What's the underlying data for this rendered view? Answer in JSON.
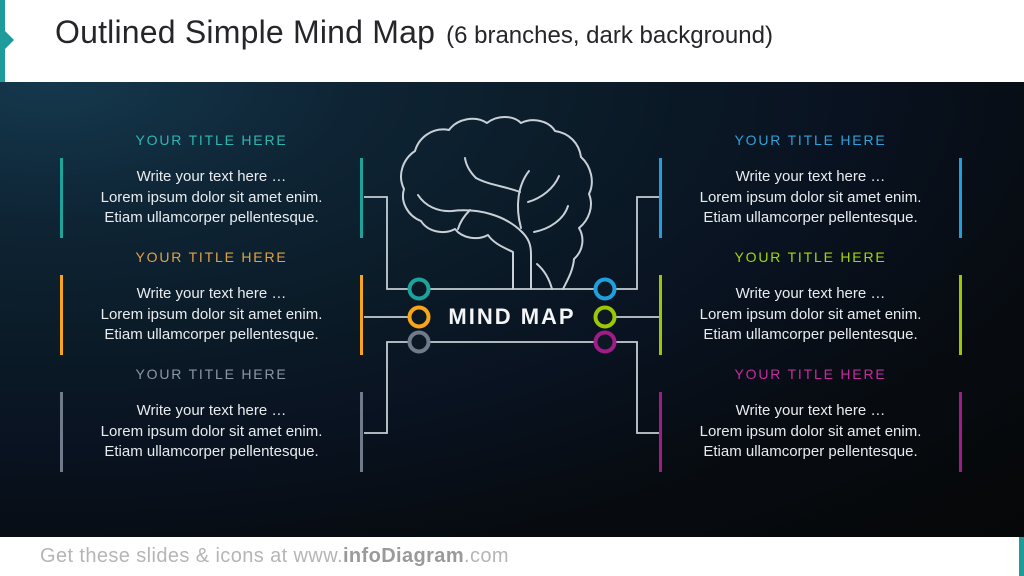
{
  "header": {
    "title": "Outlined Simple Mind Map",
    "subtitle": "(6 branches, dark background)"
  },
  "center": {
    "label": "MIND MAP",
    "icon": "brain-outline-icon"
  },
  "branches": [
    {
      "side": "left",
      "position": "top",
      "title": "YOUR TITLE HERE",
      "color": "#1BA39C",
      "title_color": "#2BB8B2",
      "lines": [
        "Write your text here …",
        "Lorem ipsum dolor sit amet enim.",
        "Etiam ullamcorper pellentesque."
      ]
    },
    {
      "side": "left",
      "position": "middle",
      "title": "YOUR TITLE HERE",
      "color": "#F9A51A",
      "title_color": "#E2A243",
      "lines": [
        "Write your text here …",
        "Lorem ipsum dolor sit amet enim.",
        "Etiam ullamcorper pellentesque."
      ]
    },
    {
      "side": "left",
      "position": "bottom",
      "title": "YOUR TITLE HERE",
      "color": "#6F7A8B",
      "title_color": "#8D96A4",
      "lines": [
        "Write your text here …",
        "Lorem ipsum dolor sit amet enim.",
        "Etiam ullamcorper pellentesque."
      ]
    },
    {
      "side": "right",
      "position": "top",
      "title": "YOUR TITLE HERE",
      "color": "#1F9FDE",
      "title_color": "#2BA3DC",
      "lines": [
        "Write your text here …",
        "Lorem ipsum dolor sit amet enim.",
        "Etiam ullamcorper pellentesque."
      ]
    },
    {
      "side": "right",
      "position": "middle",
      "title": "YOUR TITLE HERE",
      "color": "#9BC802",
      "title_color": "#A3D70B",
      "lines": [
        "Write your text here …",
        "Lorem ipsum dolor sit amet enim.",
        "Etiam ullamcorper pellentesque."
      ]
    },
    {
      "side": "right",
      "position": "bottom",
      "title": "YOUR TITLE HERE",
      "color": "#A01C86",
      "title_color": "#C72BA0",
      "lines": [
        "Write your text here …",
        "Lorem ipsum dolor sit amet enim.",
        "Etiam ullamcorper pellentesque."
      ]
    }
  ],
  "footer": {
    "text_prefix": "Get these slides & icons at www.",
    "text_bold": "infoDiagram",
    "text_suffix": ".com"
  },
  "colors": {
    "teal": "#1E9C9C",
    "line": "#C6CDD4",
    "body_text": "#E9ECEF",
    "header_text": "#26262A",
    "footer_text": "#B5B5B5",
    "footer_bold": "#9A9A9A"
  }
}
